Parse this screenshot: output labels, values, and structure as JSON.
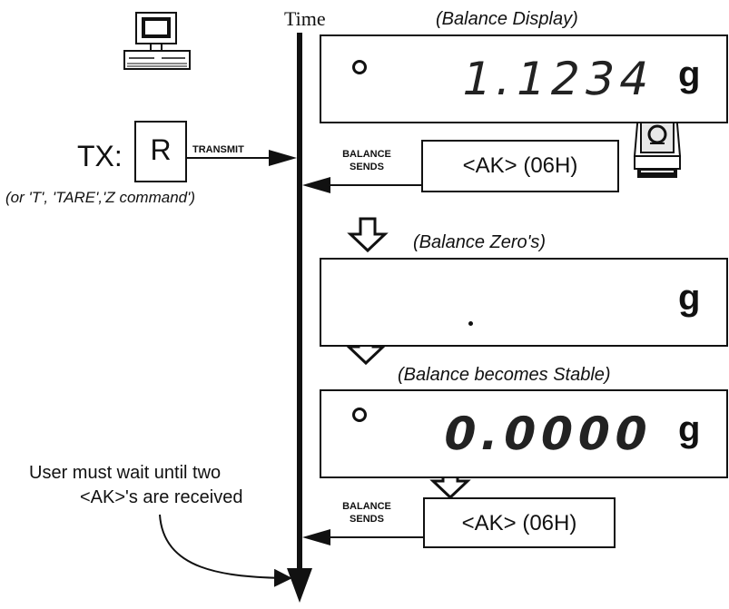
{
  "timeline": {
    "label": "Time"
  },
  "transmit": {
    "prefix": "TX:",
    "command": "R",
    "arrow_label": "TRANSMIT",
    "alternatives": "(or 'T', 'TARE','Z command')"
  },
  "display_initial": {
    "caption": "(Balance Display)",
    "reading": "1.1234",
    "unit": "g"
  },
  "response_1": {
    "sender_line1": "BALANCE",
    "sender_line2": "SENDS",
    "message": "<AK> (06H)"
  },
  "display_zeroing": {
    "caption": "(Balance Zero's)",
    "unit": "g"
  },
  "display_stable": {
    "caption": "(Balance becomes Stable)",
    "reading": "0.0000",
    "unit": "g"
  },
  "response_2": {
    "sender_line1": "BALANCE",
    "sender_line2": "SENDS",
    "message": "<AK> (06H)"
  },
  "note": {
    "line1": "User must wait until two",
    "line2": "<AK>'s are received"
  },
  "colors": {
    "ink": "#111111",
    "background": "#ffffff"
  }
}
